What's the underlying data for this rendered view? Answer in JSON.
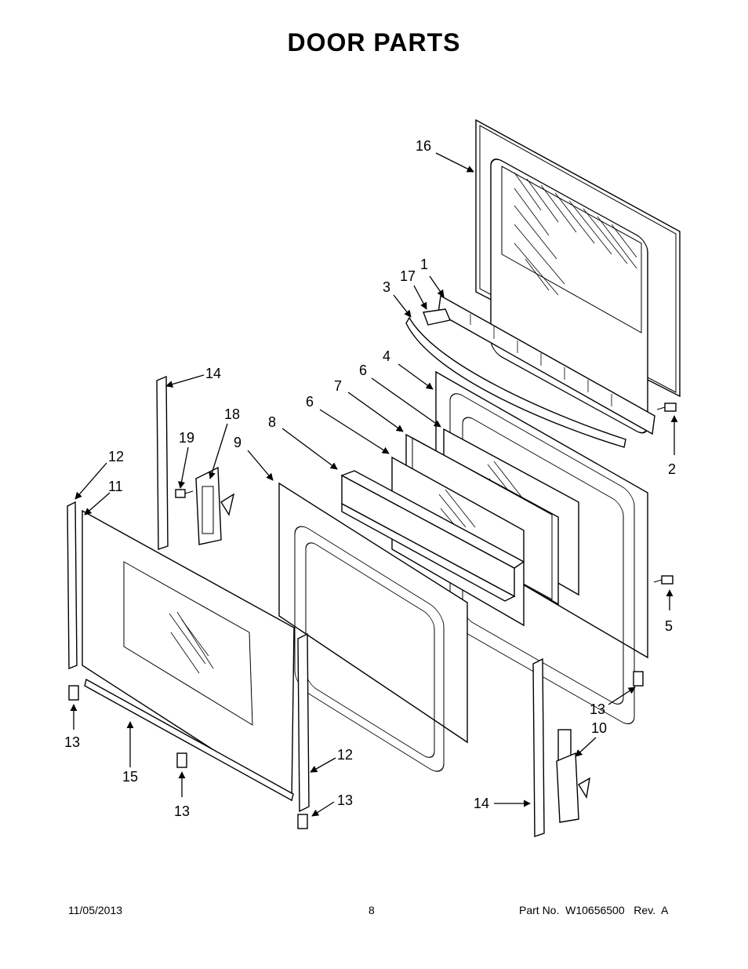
{
  "page": {
    "title": "DOOR PARTS",
    "date": "11/05/2013",
    "page_number": "8",
    "part_number": "Part No.  W10656500   Rev.  A"
  },
  "callouts": [
    {
      "id": "c16",
      "label": "16"
    },
    {
      "id": "c1",
      "label": "1"
    },
    {
      "id": "c17",
      "label": "17"
    },
    {
      "id": "c3",
      "label": "3"
    },
    {
      "id": "c4",
      "label": "4"
    },
    {
      "id": "c6a",
      "label": "6"
    },
    {
      "id": "c7",
      "label": "7"
    },
    {
      "id": "c6b",
      "label": "6"
    },
    {
      "id": "c8",
      "label": "8"
    },
    {
      "id": "c9",
      "label": "9"
    },
    {
      "id": "c18",
      "label": "18"
    },
    {
      "id": "c19",
      "label": "19"
    },
    {
      "id": "c14a",
      "label": "14"
    },
    {
      "id": "c12a",
      "label": "12"
    },
    {
      "id": "c11",
      "label": "11"
    },
    {
      "id": "c2",
      "label": "2"
    },
    {
      "id": "c5",
      "label": "5"
    },
    {
      "id": "c13a",
      "label": "13"
    },
    {
      "id": "c15",
      "label": "15"
    },
    {
      "id": "c13b",
      "label": "13"
    },
    {
      "id": "c12b",
      "label": "12"
    },
    {
      "id": "c13c",
      "label": "13"
    },
    {
      "id": "c13d",
      "label": "13"
    },
    {
      "id": "c10",
      "label": "10"
    },
    {
      "id": "c14b",
      "label": "14"
    }
  ]
}
